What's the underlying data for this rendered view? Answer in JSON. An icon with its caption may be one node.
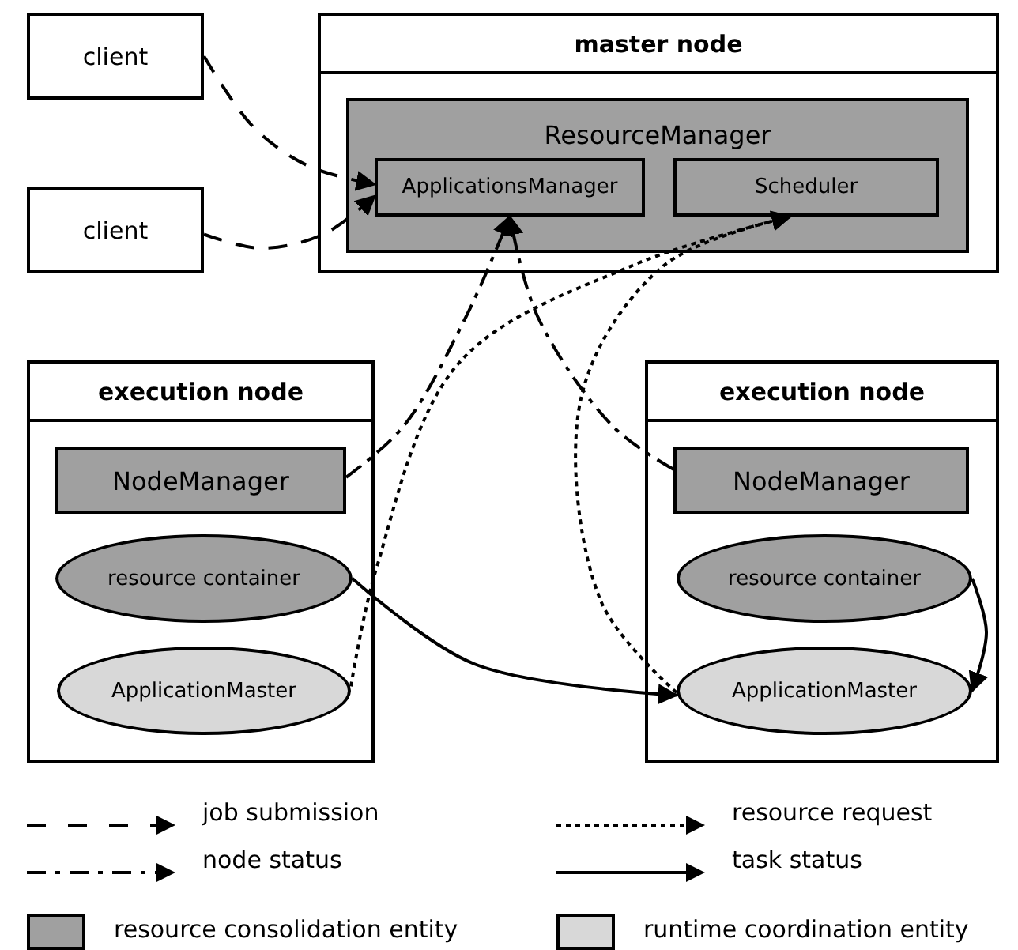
{
  "diagram": {
    "nodes": [
      {
        "text": [
          "client"
        ]
      },
      {
        "text": [
          "client"
        ]
      },
      {
        "text": [
          "master node"
        ]
      },
      {
        "text": [
          "ResourceManager"
        ],
        "in": 2
      },
      {
        "text": [
          "ApplicationsManager"
        ],
        "in": 3
      },
      {
        "text": [
          "Scheduler"
        ],
        "in": 3
      },
      {
        "text": [
          "execution node"
        ]
      },
      {
        "text": [
          "NodeManager"
        ],
        "in": 6
      },
      {
        "text": [
          "resource container"
        ],
        "in": 6
      },
      {
        "text": [
          "ApplicationMaster"
        ],
        "in": 6
      },
      {
        "text": [
          "execution node"
        ]
      },
      {
        "text": [
          "NodeManager"
        ],
        "in": 10
      },
      {
        "text": [
          "resource container"
        ],
        "in": 10
      },
      {
        "text": [
          "ApplicationMaster"
        ],
        "in": 10
      }
    ],
    "edges": [
      {
        "from": 0,
        "to": 4,
        "arrow": "to",
        "style": "dashed"
      },
      {
        "from": 1,
        "to": 4,
        "arrow": "to",
        "style": "dashed"
      },
      {
        "from": 7,
        "to": 4,
        "arrow": "to",
        "style": "dashed"
      },
      {
        "from": 11,
        "to": 4,
        "arrow": "to",
        "style": "dashed"
      },
      {
        "from": 9,
        "to": 5,
        "arrow": "to",
        "style": "dashed"
      },
      {
        "from": 13,
        "to": 5,
        "arrow": "to",
        "style": "dashed"
      },
      {
        "from": 8,
        "to": 13,
        "arrow": "to"
      },
      {
        "from": 12,
        "to": 13,
        "arrow": "to"
      }
    ],
    "legend": [
      {
        "text": "job submission"
      },
      {
        "text": "resource request"
      },
      {
        "text": "node status"
      },
      {
        "text": "task status"
      },
      {
        "text": "resource consolidation entity",
        "color": "#a0a0a0"
      },
      {
        "text": "runtime coordination entity",
        "color": "#d8d8d8"
      }
    ]
  }
}
